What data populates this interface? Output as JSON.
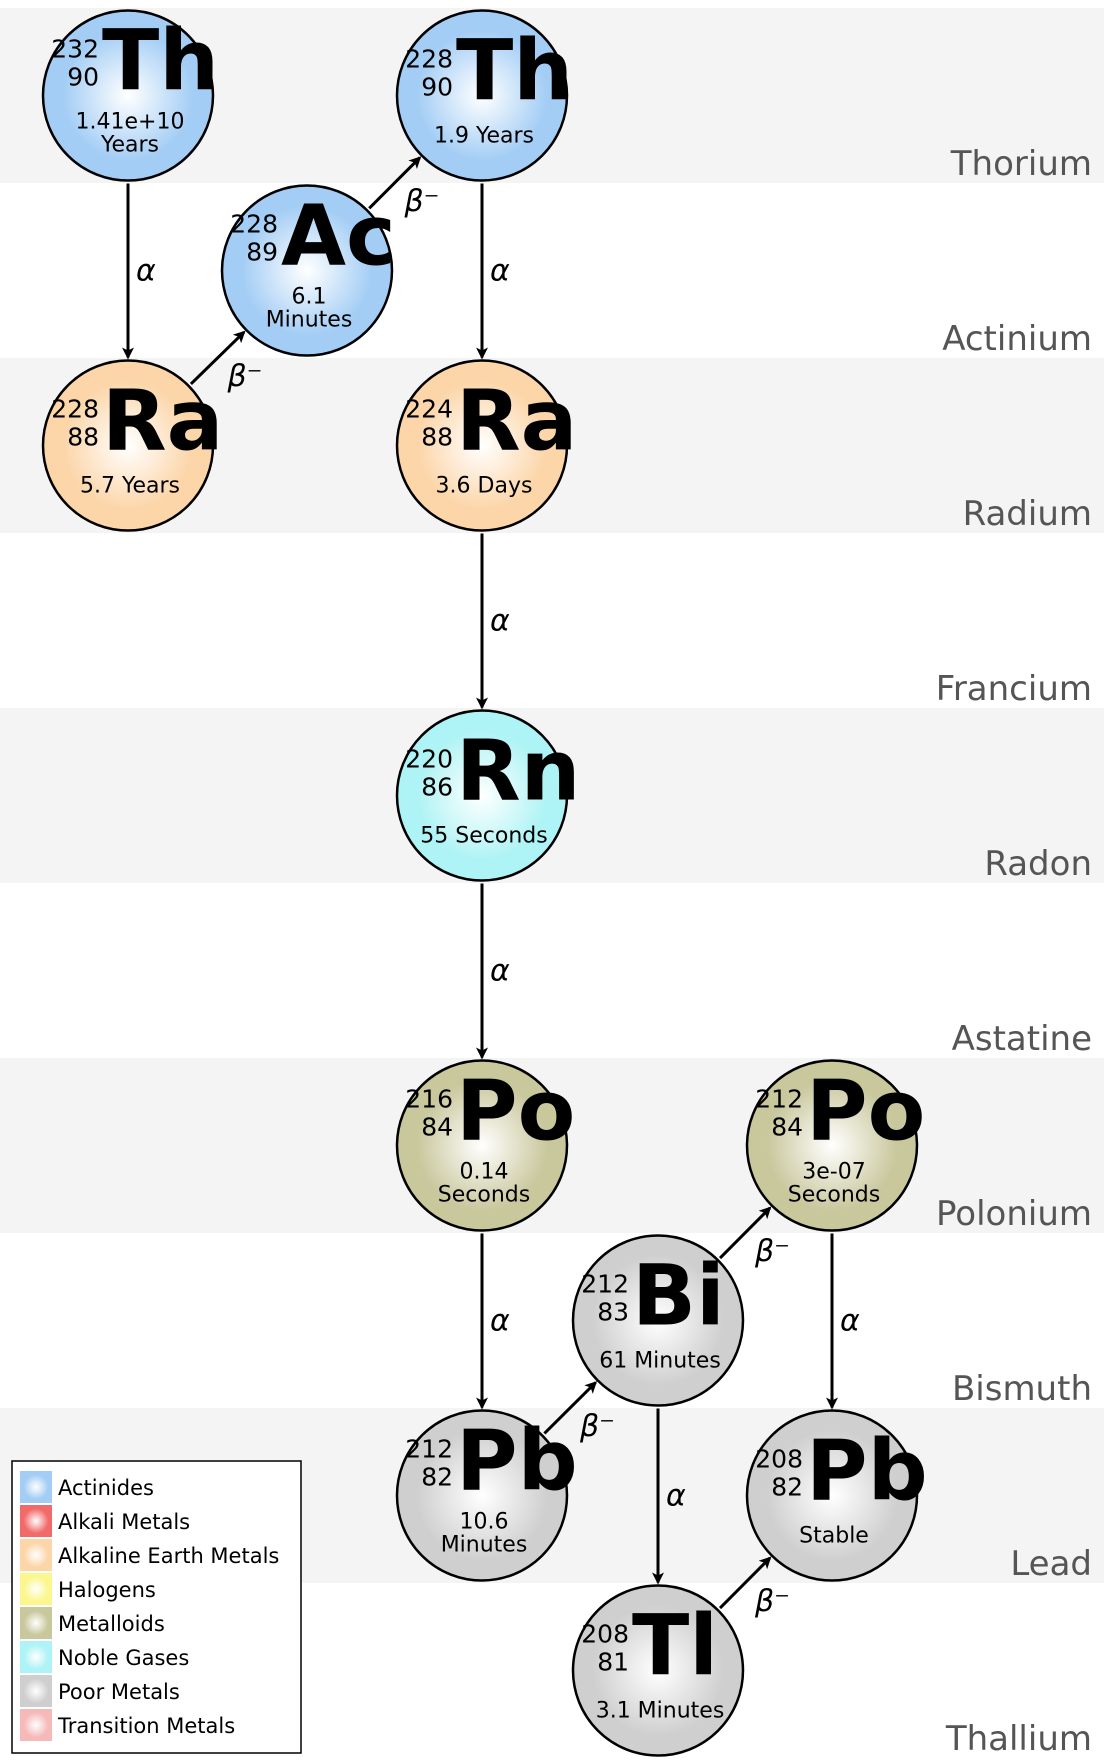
{
  "bands": [
    {
      "label": "Thorium",
      "shaded": true
    },
    {
      "label": "Actinium",
      "shaded": false
    },
    {
      "label": "Radium",
      "shaded": true
    },
    {
      "label": "Francium",
      "shaded": false
    },
    {
      "label": "Radon",
      "shaded": true
    },
    {
      "label": "Astatine",
      "shaded": false
    },
    {
      "label": "Polonium",
      "shaded": true
    },
    {
      "label": "Bismuth",
      "shaded": false
    },
    {
      "label": "Lead",
      "shaded": true
    },
    {
      "label": "Thallium",
      "shaded": false
    }
  ],
  "nuclides": [
    {
      "id": "th232",
      "symbol": "Th",
      "mass": "232",
      "z": "90",
      "half_life": [
        "1.41e+10",
        "Years"
      ],
      "group": "Actinides"
    },
    {
      "id": "ra228",
      "symbol": "Ra",
      "mass": "228",
      "z": "88",
      "half_life": [
        "5.7 Years"
      ],
      "group": "Alkaline Earth Metals"
    },
    {
      "id": "ac228",
      "symbol": "Ac",
      "mass": "228",
      "z": "89",
      "half_life": [
        "6.1",
        "Minutes"
      ],
      "group": "Actinides"
    },
    {
      "id": "th228",
      "symbol": "Th",
      "mass": "228",
      "z": "90",
      "half_life": [
        "1.9 Years"
      ],
      "group": "Actinides"
    },
    {
      "id": "ra224",
      "symbol": "Ra",
      "mass": "224",
      "z": "88",
      "half_life": [
        "3.6 Days"
      ],
      "group": "Alkaline Earth Metals"
    },
    {
      "id": "rn220",
      "symbol": "Rn",
      "mass": "220",
      "z": "86",
      "half_life": [
        "55 Seconds"
      ],
      "group": "Noble Gases"
    },
    {
      "id": "po216",
      "symbol": "Po",
      "mass": "216",
      "z": "84",
      "half_life": [
        "0.14",
        "Seconds"
      ],
      "group": "Metalloids"
    },
    {
      "id": "pb212",
      "symbol": "Pb",
      "mass": "212",
      "z": "82",
      "half_life": [
        "10.6",
        "Minutes"
      ],
      "group": "Poor Metals"
    },
    {
      "id": "bi212",
      "symbol": "Bi",
      "mass": "212",
      "z": "83",
      "half_life": [
        "61 Minutes"
      ],
      "group": "Poor Metals"
    },
    {
      "id": "po212",
      "symbol": "Po",
      "mass": "212",
      "z": "84",
      "half_life": [
        "3e-07",
        "Seconds"
      ],
      "group": "Metalloids"
    },
    {
      "id": "tl208",
      "symbol": "Tl",
      "mass": "208",
      "z": "81",
      "half_life": [
        "3.1 Minutes"
      ],
      "group": "Poor Metals"
    },
    {
      "id": "pb208",
      "symbol": "Pb",
      "mass": "208",
      "z": "82",
      "half_life": [
        "Stable"
      ],
      "group": "Poor Metals"
    }
  ],
  "decays": [
    {
      "from": "th232",
      "to": "ra228",
      "label": "α"
    },
    {
      "from": "ra228",
      "to": "ac228",
      "label": "β⁻"
    },
    {
      "from": "ac228",
      "to": "th228",
      "label": "β⁻"
    },
    {
      "from": "th228",
      "to": "ra224",
      "label": "α"
    },
    {
      "from": "ra224",
      "to": "rn220",
      "label": "α"
    },
    {
      "from": "rn220",
      "to": "po216",
      "label": "α"
    },
    {
      "from": "po216",
      "to": "pb212",
      "label": "α"
    },
    {
      "from": "pb212",
      "to": "bi212",
      "label": "β⁻"
    },
    {
      "from": "bi212",
      "to": "po212",
      "label": "β⁻"
    },
    {
      "from": "bi212",
      "to": "tl208",
      "label": "α"
    },
    {
      "from": "po212",
      "to": "pb208",
      "label": "α"
    },
    {
      "from": "tl208",
      "to": "pb208",
      "label": "β⁻"
    }
  ],
  "legend": [
    {
      "label": "Actinides",
      "color": "#a3cdf5"
    },
    {
      "label": "Alkali Metals",
      "color": "#f26b6b"
    },
    {
      "label": "Alkaline Earth Metals",
      "color": "#fcd5a8"
    },
    {
      "label": "Halogens",
      "color": "#fbf78e"
    },
    {
      "label": "Metalloids",
      "color": "#c9c79c"
    },
    {
      "label": "Noble Gases",
      "color": "#aef3f5"
    },
    {
      "label": "Poor Metals",
      "color": "#cfcfcf"
    },
    {
      "label": "Transition Metals",
      "color": "#f6b9b9"
    }
  ],
  "colors": {
    "band_shade": "#f4f4f4",
    "outline": "#000000",
    "band_label": "#555555"
  }
}
